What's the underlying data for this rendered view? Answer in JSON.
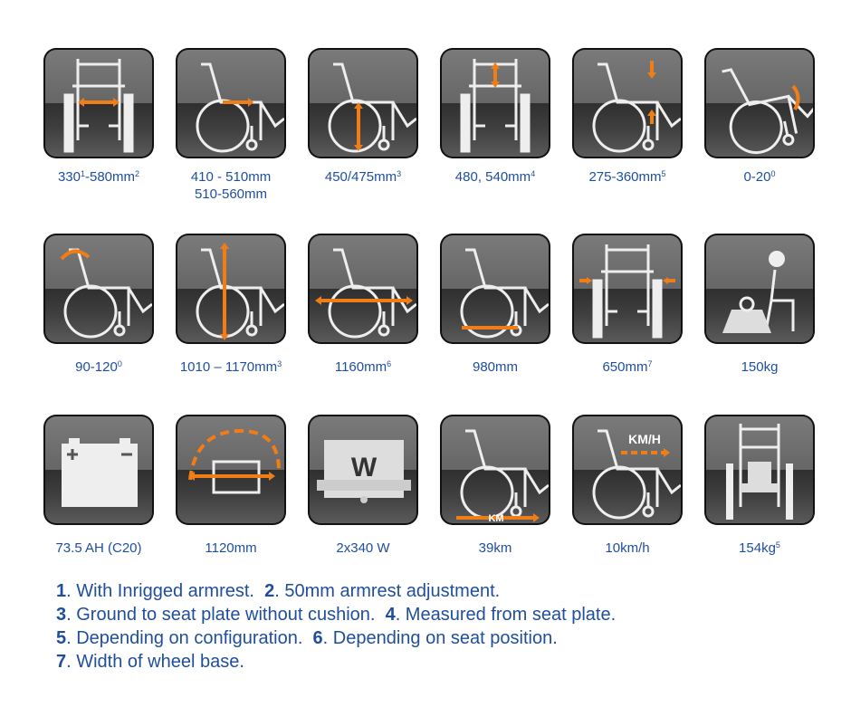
{
  "specs": [
    {
      "icon": "seat-width-icon",
      "value": "330",
      "sup1": "1",
      "value2": "-580mm",
      "sup2": "2"
    },
    {
      "icon": "seat-depth-icon",
      "value": "410 - 510mm",
      "line2": "510-560mm"
    },
    {
      "icon": "seat-height-icon",
      "value": "450/475mm",
      "sup": "3"
    },
    {
      "icon": "backrest-height-icon",
      "value": "480, 540mm",
      "sup": "4"
    },
    {
      "icon": "armrest-height-icon",
      "value": "275-360mm",
      "sup": "5"
    },
    {
      "icon": "tilt-icon",
      "value": "0-20",
      "sup": "0"
    },
    {
      "icon": "backrest-angle-icon",
      "value": "90-120",
      "sup": "0"
    },
    {
      "icon": "total-height-icon",
      "value": "1010 – 1170mm",
      "sup": "3"
    },
    {
      "icon": "total-length-icon",
      "value": "1160mm",
      "sup": "6"
    },
    {
      "icon": "wheelbase-length-icon",
      "value": "980mm"
    },
    {
      "icon": "total-width-icon",
      "value": "650mm",
      "sup": "7"
    },
    {
      "icon": "max-user-weight-icon",
      "value": "150kg"
    },
    {
      "icon": "battery-icon",
      "value": "73.5 AH (C20)"
    },
    {
      "icon": "turning-radius-icon",
      "value": "1120mm"
    },
    {
      "icon": "motor-icon",
      "value": "2x340 W",
      "icon_text": "W"
    },
    {
      "icon": "range-icon",
      "value": "39km",
      "icon_text": "KM"
    },
    {
      "icon": "speed-icon",
      "value": "10km/h",
      "icon_text": "KM/H"
    },
    {
      "icon": "weight-icon",
      "value": "154kg",
      "sup": "5"
    }
  ],
  "notes": [
    [
      {
        "n": "1",
        "t": ". With Inrigged armrest.  "
      },
      {
        "n": "2",
        "t": ". 50mm armrest adjustment."
      }
    ],
    [
      {
        "n": "3",
        "t": ". Ground to seat plate without cushion.  "
      },
      {
        "n": "4",
        "t": ". Measured from seat plate."
      }
    ],
    [
      {
        "n": "5",
        "t": ". Depending on configuration.  "
      },
      {
        "n": "6",
        "t": ". Depending on seat position."
      }
    ],
    [
      {
        "n": "7",
        "t": ". Width of wheel base."
      }
    ]
  ],
  "colors": {
    "accent": "#f07d16",
    "text": "#1f4e9c"
  }
}
